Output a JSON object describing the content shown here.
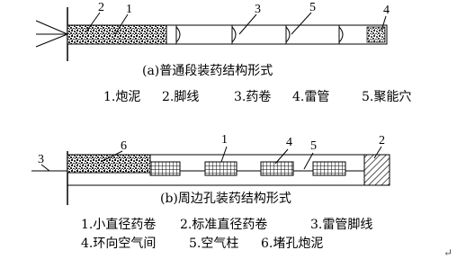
{
  "figure_a": {
    "callouts": [
      "2",
      "1",
      "3",
      "5",
      "4"
    ],
    "caption": "(a)普通段装药结构形式",
    "legend": [
      "1.炮泥",
      "2.脚线",
      "3.药卷",
      "4.雷管",
      "5.聚能穴"
    ]
  },
  "figure_b": {
    "callouts": [
      "1",
      "4",
      "5",
      "2",
      "6",
      "3"
    ],
    "caption": "(b)周边孔装药结构形式",
    "legend_row1": [
      "1.小直径药卷",
      "2.标准直径药卷",
      "3.雷管脚线"
    ],
    "legend_row2": [
      "4.环向空气间",
      "5.空气柱",
      "6.堵孔炮泥"
    ]
  },
  "return_mark": "↵"
}
